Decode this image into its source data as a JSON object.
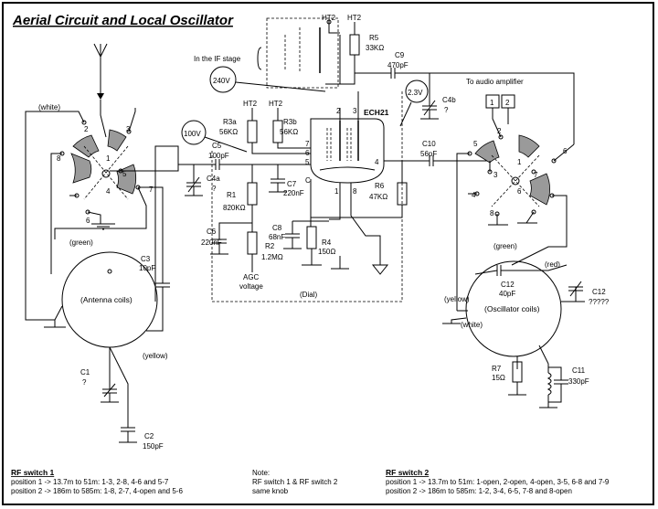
{
  "title": "Aerial Circuit and Local Oscillator",
  "labels": {
    "in_if_stage": "In the IF stage",
    "ht2_a": "HT2",
    "ht2_b": "HT2",
    "ht2_c": "HT2",
    "ht2_d": "HT2",
    "v240": "240V",
    "v100": "100V",
    "v2_3": "2.3V",
    "tube": "ECH21",
    "to_audio": "To audio amplifier",
    "white_left": "(white)",
    "green_left": "(green)",
    "yellow_left": "(yellow)",
    "antenna_coils": "(Antenna coils)",
    "green_right": "(green)",
    "red_right": "(red)",
    "yellow_right": "(yellow)",
    "white_right": "(white)",
    "oscillator_coils": "(Oscillator coils)",
    "dial": "(Dial)",
    "agc1": "AGC",
    "agc2": "voltage",
    "q1": "?",
    "q2": "?",
    "q3": "?",
    "q4": "?????"
  },
  "components": {
    "R5": "R5",
    "R5v": "33KΩ",
    "C9": "C9",
    "C9v": "470pF",
    "C4b": "C4b",
    "R3a": "R3a",
    "R3av": "56KΩ",
    "R3b": "R3b",
    "R3bv": "56KΩ",
    "C5": "C5",
    "C5v": "100pF",
    "C4a": "C4a",
    "C7": "C7",
    "C7v": "220nF",
    "R1": "R1",
    "R1v": "820KΩ",
    "C6": "C6",
    "C6v": "220nF",
    "R2": "R2",
    "R2v": "1.2MΩ",
    "C8": "C8",
    "C8v": "68nF",
    "R4": "R4",
    "R4v": "150Ω",
    "R6": "R6",
    "R6v": "47KΩ",
    "C10": "C10",
    "C10v": "56pF",
    "C3": "C3",
    "C3v": "10pF",
    "C1": "C1",
    "C2": "C2",
    "C2v": "150pF",
    "C12": "C12",
    "C12v": "40pF",
    "R7": "R7",
    "R7v": "15Ω",
    "C11": "C11",
    "C11v": "330pF"
  },
  "pins": {
    "p1": "1",
    "p2": "2",
    "p3": "3",
    "p4": "4",
    "p5": "5",
    "p6": "6",
    "p7": "7",
    "p8": "8",
    "pC": "C"
  },
  "footer": {
    "sw1_title": "RF switch 1",
    "sw1_line1": "position 1 -> 13.7m to 51m: 1-3, 2-8, 4-6 and 5-7",
    "sw1_line2": "position 2 -> 186m to 585m: 1-8, 2-7, 4-open and 5-6",
    "note_title": "Note:",
    "note_line1": "RF switch 1 & RF switch 2",
    "note_line2": "same knob",
    "sw2_title": "RF switch 2",
    "sw2_line1": "position 1 -> 13.7m to 51m: 1-open, 2-open, 4-open, 3-5, 6-8 and 7-9",
    "sw2_line2": "position 2 -> 186m to 585m: 1-2, 3-4, 6-5, 7-8 and 8-open"
  }
}
